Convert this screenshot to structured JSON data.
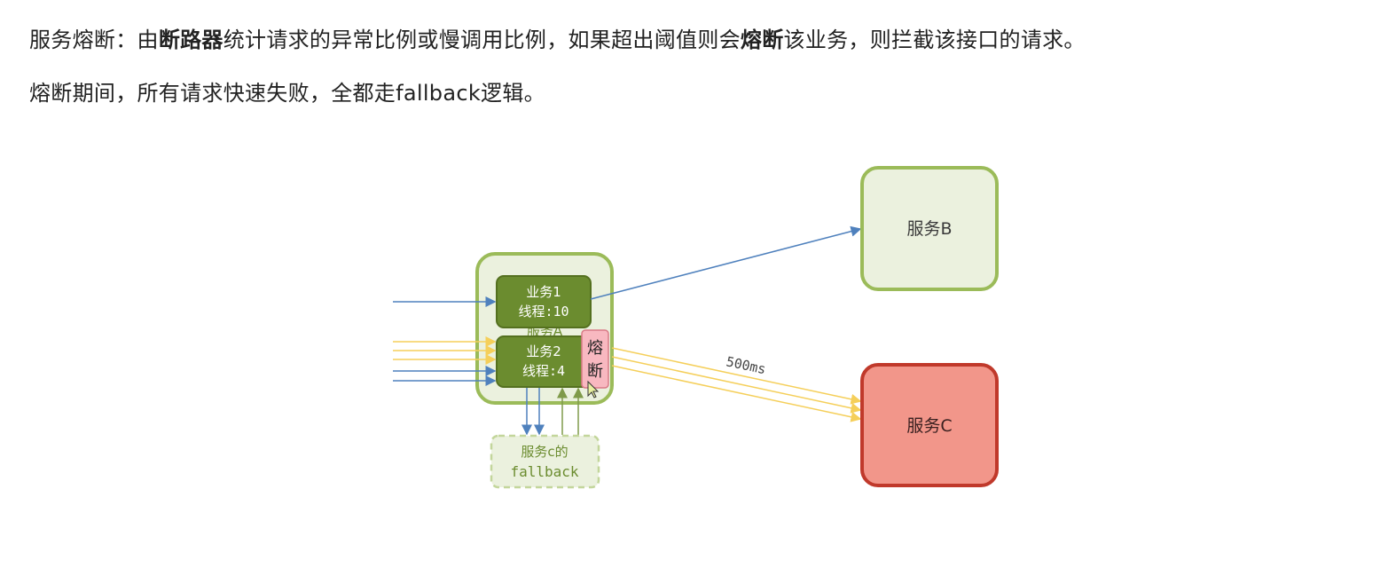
{
  "text": {
    "line1": {
      "p1": "服务熔断：由",
      "b1": "断路器",
      "p2": "统计请求的异常比例或慢调用比例，如果超出阈值则会",
      "b2": "熔断",
      "p3": "该业务，则拦截该接口的请求。"
    },
    "line2": "熔断期间，所有请求快速失败，全都走fallback逻辑。"
  },
  "diagram": {
    "service_a": {
      "label": "服务A"
    },
    "biz1": {
      "line1": "业务1",
      "line2": "线程:10"
    },
    "biz2": {
      "line1": "业务2",
      "line2": "线程:4"
    },
    "breaker": {
      "line1": "熔",
      "line2": "断"
    },
    "service_b": {
      "label": "服务B"
    },
    "service_c": {
      "label": "服务C"
    },
    "fallback": {
      "line1": "服务c的",
      "line2": "fallback"
    },
    "latency_label": "500ms",
    "colors": {
      "green_border": "#9bbb59",
      "green_fill": "#ebf1de",
      "dark_green": "#6b8c2f",
      "red_fill": "#f2968a",
      "red_border": "#c0392b",
      "blue_arrow": "#4f81bd",
      "yellow_arrow": "#f5cf5a",
      "pink_breaker": "#f8b8c0"
    }
  }
}
